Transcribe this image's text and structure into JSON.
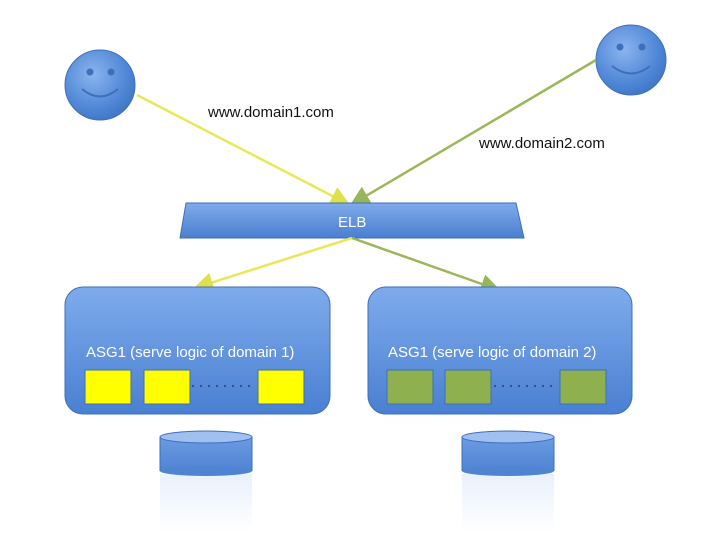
{
  "users": {
    "user1": {
      "icon": "smiley-face-icon"
    },
    "user2": {
      "icon": "smiley-face-icon"
    }
  },
  "domains": {
    "domain1": "www.domain1.com",
    "domain2": "www.domain2.com"
  },
  "elb": {
    "label": "ELB"
  },
  "asg": {
    "asg1": {
      "label": "ASG1 (serve logic of domain 1)",
      "instance_color": "#ffff00",
      "instances_shown": 3
    },
    "asg2": {
      "label": "ASG1 (serve logic of domain 2)",
      "instance_color": "#8fb04f",
      "instances_shown": 3
    }
  },
  "colors": {
    "shape_blue": "#5b8fd6",
    "path_domain1": "#e8e85a",
    "path_domain2": "#9ab85a"
  },
  "databases": {
    "db1": {
      "icon": "database-cylinder-icon"
    },
    "db2": {
      "icon": "database-cylinder-icon"
    }
  }
}
